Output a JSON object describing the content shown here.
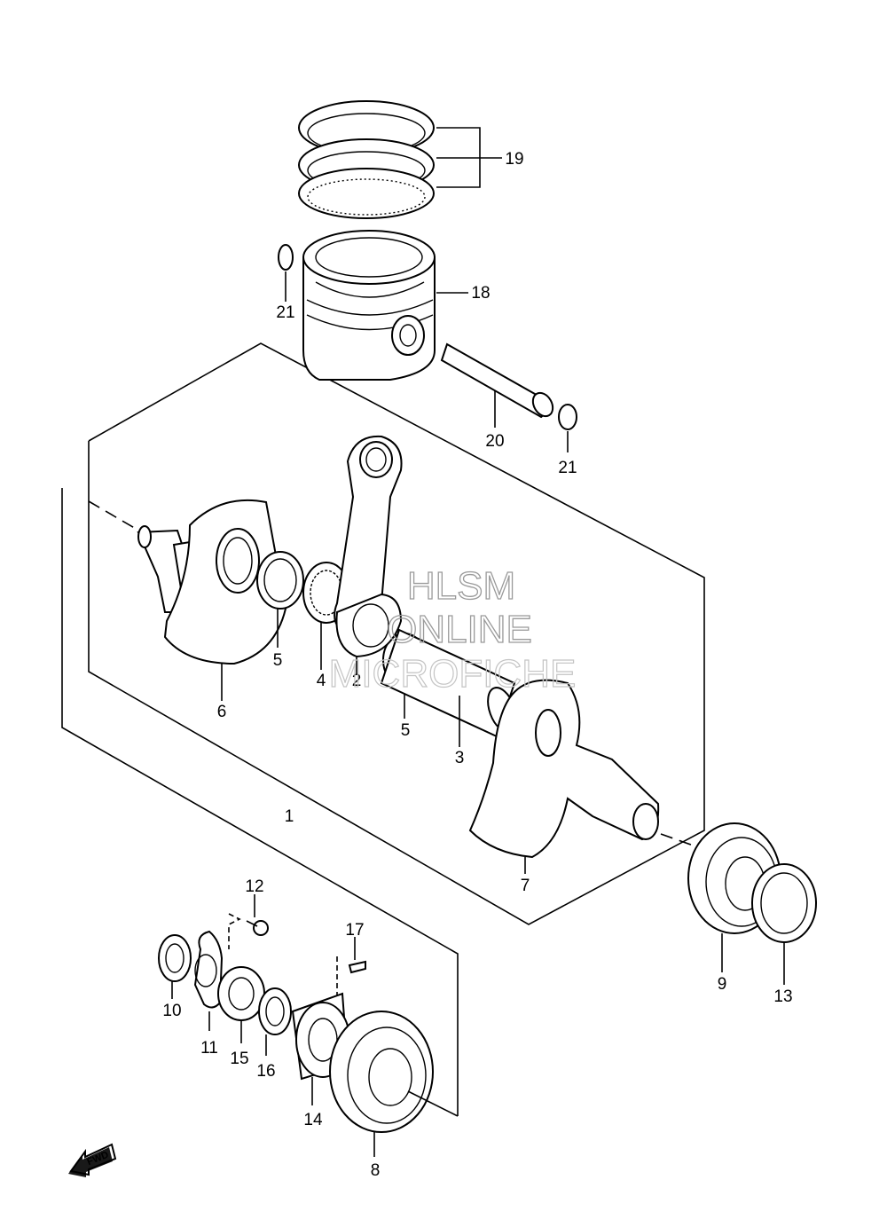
{
  "watermark": {
    "line1": "HLSM",
    "line2": "ONLINE",
    "line3": "MICROFICHE"
  },
  "direction_marker": "FWD",
  "callouts": [
    {
      "id": "c19",
      "text": "19",
      "part": "piston rings"
    },
    {
      "id": "c18",
      "text": "18",
      "part": "piston"
    },
    {
      "id": "c21a",
      "text": "21",
      "part": "piston pin circlip"
    },
    {
      "id": "c20",
      "text": "20",
      "part": "piston pin"
    },
    {
      "id": "c21b",
      "text": "21",
      "part": "piston pin circlip"
    },
    {
      "id": "c5a",
      "text": "5",
      "part": "thrust washer"
    },
    {
      "id": "c4",
      "text": "4",
      "part": "needle bearing"
    },
    {
      "id": "c2",
      "text": "2",
      "part": "connecting rod"
    },
    {
      "id": "c5b",
      "text": "5",
      "part": "thrust washer"
    },
    {
      "id": "c3",
      "text": "3",
      "part": "crank pin"
    },
    {
      "id": "c6",
      "text": "6",
      "part": "left crankshaft"
    },
    {
      "id": "c1",
      "text": "1",
      "part": "crankshaft assembly"
    },
    {
      "id": "c7",
      "text": "7",
      "part": "right crankshaft"
    },
    {
      "id": "c12",
      "text": "12",
      "part": "screw"
    },
    {
      "id": "c17",
      "text": "17",
      "part": "key"
    },
    {
      "id": "c10",
      "text": "10",
      "part": "oil seal"
    },
    {
      "id": "c11",
      "text": "11",
      "part": "retainer"
    },
    {
      "id": "c15",
      "text": "15",
      "part": "spacer"
    },
    {
      "id": "c16",
      "text": "16",
      "part": "washer"
    },
    {
      "id": "c14",
      "text": "14",
      "part": "gear"
    },
    {
      "id": "c8",
      "text": "8",
      "part": "bearing"
    },
    {
      "id": "c9",
      "text": "9",
      "part": "bearing"
    },
    {
      "id": "c13",
      "text": "13",
      "part": "nut"
    }
  ]
}
